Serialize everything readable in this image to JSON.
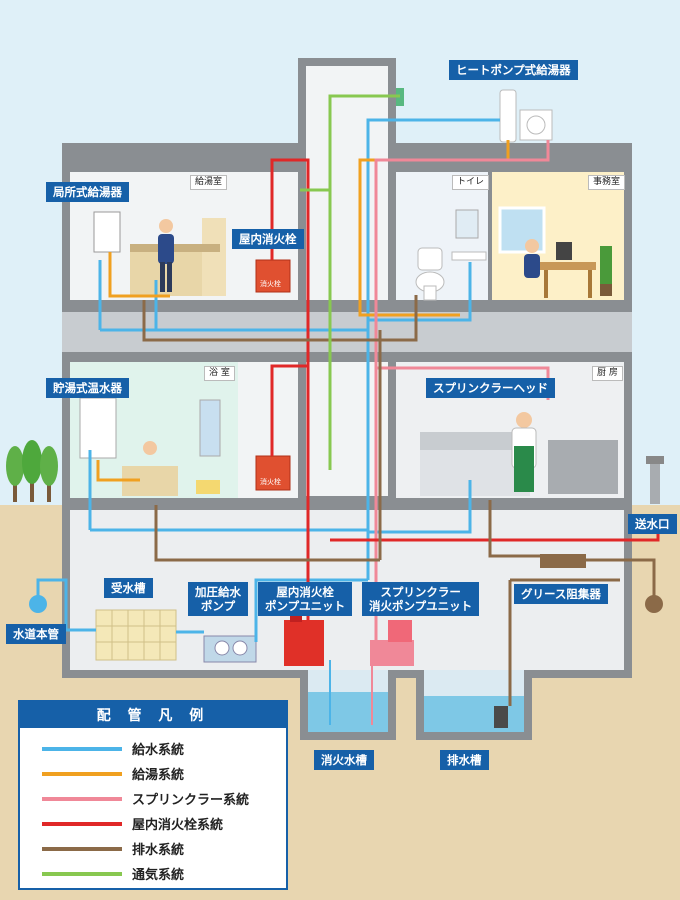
{
  "labels": {
    "heat_pump": "ヒートポンプ式給湯器",
    "local_heater": "局所式給湯器",
    "indoor_hydrant": "屋内消火栓",
    "storage_heater": "貯湯式温水器",
    "sprinkler_head": "スプリンクラーヘッド",
    "feed_port": "送水口",
    "water_main": "水道本管",
    "receiving_tank": "受水槽",
    "booster_pump_1": "加圧給水",
    "booster_pump_2": "ポンプ",
    "hydrant_pump_1": "屋内消火栓",
    "hydrant_pump_2": "ポンプユニット",
    "sprinkler_pump_1": "スプリンクラー",
    "sprinkler_pump_2": "消火ポンプユニット",
    "grease_trap": "グリース阻集器",
    "fire_tank": "消火水槽",
    "drain_tank": "排水槽"
  },
  "rooms": {
    "kitchenette": "給湯室",
    "toilet": "トイレ",
    "office": "事務室",
    "bath": "浴 室",
    "kitchen": "厨 房",
    "hydrant_box": "消火栓"
  },
  "legend": {
    "title": "配 管 凡 例",
    "items": [
      {
        "label": "給水系統",
        "color": "#4cb4e8"
      },
      {
        "label": "給湯系統",
        "color": "#f0a020"
      },
      {
        "label": "スプリンクラー系統",
        "color": "#f08898"
      },
      {
        "label": "屋内消火栓系統",
        "color": "#e02828"
      },
      {
        "label": "排水系統",
        "color": "#8b6a48"
      },
      {
        "label": "通気系統",
        "color": "#88c850"
      }
    ]
  }
}
